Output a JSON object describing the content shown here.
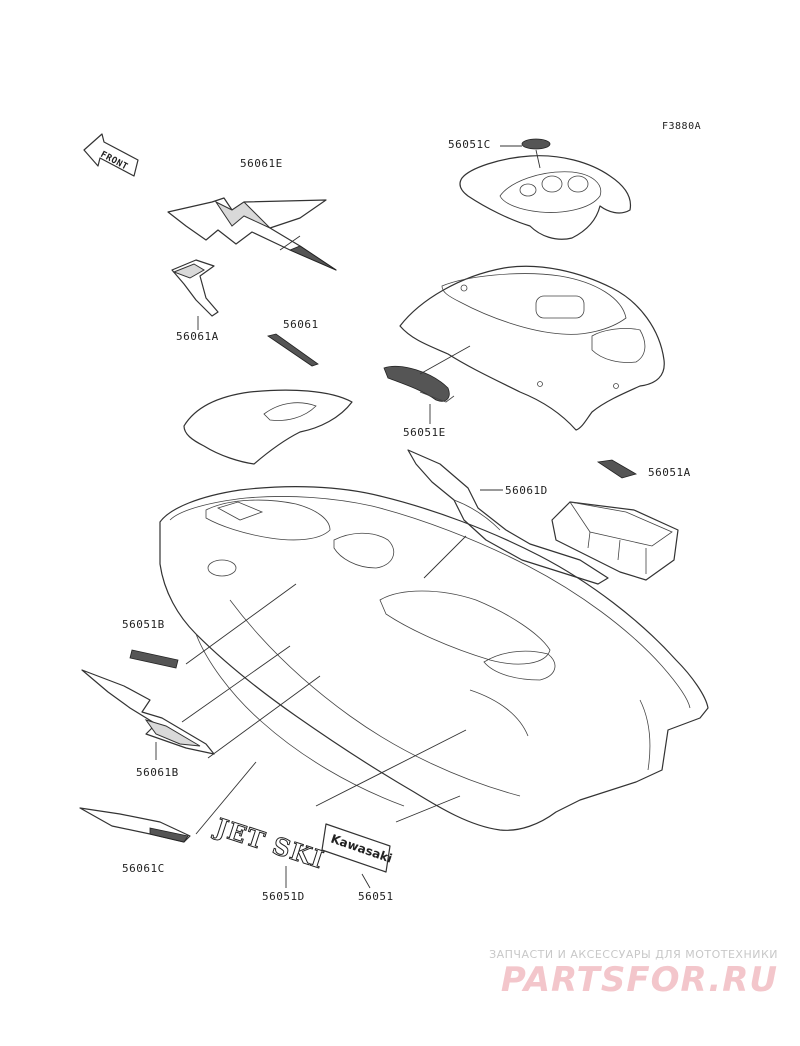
{
  "diagram": {
    "code": "F3880A",
    "front_arrow": "FRONT",
    "labels": {
      "p56061E": "56061E",
      "p56051C": "56051C",
      "p56061A": "56061A",
      "p56061": "56061",
      "p56051E": "56051E",
      "p56051A": "56051A",
      "p56061D": "56061D",
      "p56051B": "56051B",
      "p56061B": "56061B",
      "p56061C": "56061C",
      "p56051D": "56051D",
      "p56051": "56051"
    },
    "decal_text": {
      "jetski": "JET SKI",
      "kawasaki": "Kawasaki"
    }
  },
  "watermark": {
    "subtitle": "ЗАПЧАСТИ И АКСЕССУАРЫ ДЛЯ МОТОТЕХНИКИ",
    "logo": "PARTSFOR.RU"
  }
}
